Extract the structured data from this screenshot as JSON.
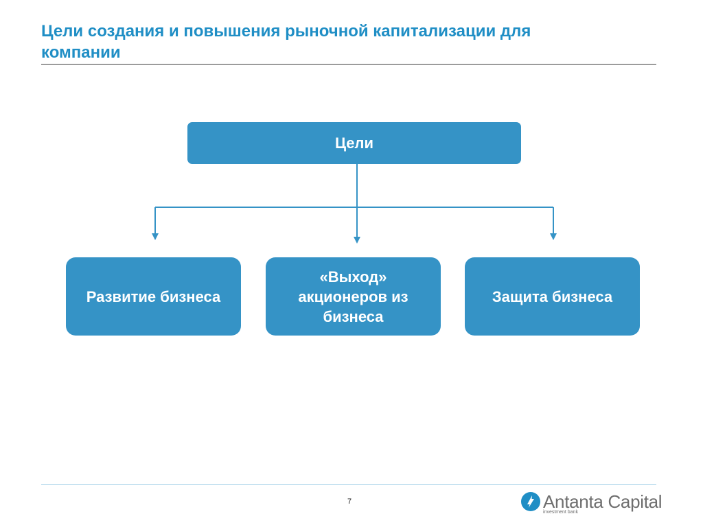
{
  "slide": {
    "title": "Цели создания и повышения рыночной капитализации для компании",
    "page_number": "7"
  },
  "diagram": {
    "root": {
      "label": "Цели"
    },
    "children": [
      {
        "label": "Развитие бизнеса"
      },
      {
        "label": "«Выход» акционеров из бизнеса"
      },
      {
        "label": "Защита бизнеса"
      }
    ]
  },
  "logo": {
    "name": "Antanta Capital",
    "subtitle": "investment bank"
  },
  "colors": {
    "title": "#1f8ec5",
    "node_fill": "#3593c6",
    "connector": "#3593c6",
    "logo_text": "#6e6e6e"
  }
}
